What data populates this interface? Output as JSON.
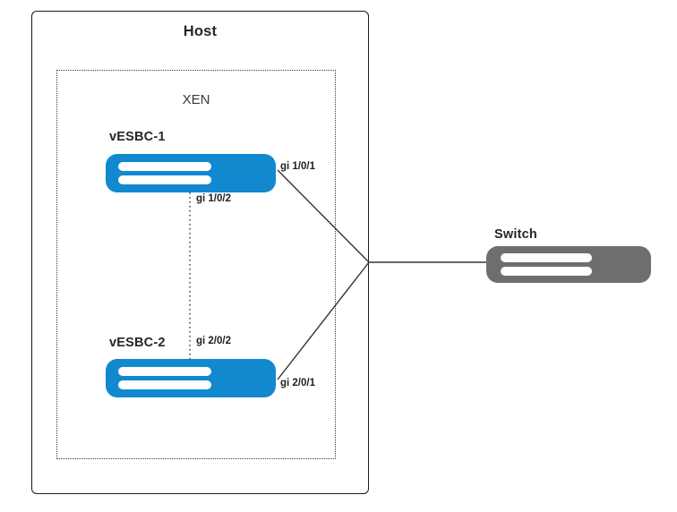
{
  "diagram": {
    "title": "Host",
    "containers": [
      {
        "id": "host",
        "label": "Host",
        "style": "solid"
      },
      {
        "id": "xen",
        "label": "XEN",
        "style": "dotted"
      }
    ],
    "nodes": [
      {
        "id": "vesbc-1",
        "label": "vESBC-1",
        "type": "virtual-sbc",
        "color": "#1288ce"
      },
      {
        "id": "vesbc-2",
        "label": "vESBC-2",
        "type": "virtual-sbc",
        "color": "#1288ce"
      },
      {
        "id": "switch",
        "label": "Switch",
        "type": "switch",
        "color": "#6e6e6e"
      }
    ],
    "ports": [
      {
        "id": "gi-1-0-1",
        "label": "gi 1/0/1",
        "node": "vesbc-1",
        "side": "right"
      },
      {
        "id": "gi-1-0-2",
        "label": "gi 1/0/2",
        "node": "vesbc-1",
        "side": "bottom"
      },
      {
        "id": "gi-2-0-2",
        "label": "gi 2/0/2",
        "node": "vesbc-2",
        "side": "top"
      },
      {
        "id": "gi-2-0-1",
        "label": "gi 2/0/1",
        "node": "vesbc-2",
        "side": "right"
      }
    ],
    "links": [
      {
        "from": "gi-1-0-1",
        "to": "switch",
        "style": "solid"
      },
      {
        "from": "gi-2-0-1",
        "to": "switch",
        "style": "solid"
      },
      {
        "from": "gi-1-0-2",
        "to": "gi-2-0-2",
        "style": "dotted"
      }
    ],
    "colors": {
      "vesbc_blue": "#1288ce",
      "switch_gray": "#6e6e6e",
      "line": "#333333",
      "text": "#262626",
      "background": "#ffffff"
    }
  }
}
